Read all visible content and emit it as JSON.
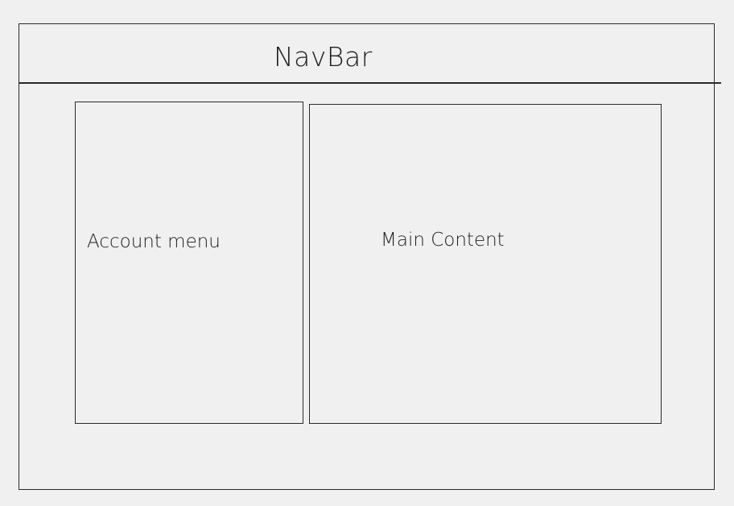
{
  "navbar": {
    "label": "NavBar"
  },
  "sidebar": {
    "label": "Account menu"
  },
  "main": {
    "label": "Main Content"
  },
  "colors": {
    "background": "#f0f0f0",
    "stroke": "#2a2a2a",
    "text": "#1e1e1e"
  }
}
